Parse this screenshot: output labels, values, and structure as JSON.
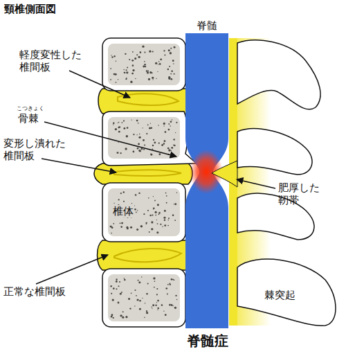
{
  "diagram": {
    "title": "頸椎側面図",
    "caption": "脊髄症",
    "labels": [
      "脊髄",
      "軽度変性した 椎間板",
      "こつきょく",
      "骨棘",
      "変形し潰れた 椎間板",
      "椎体",
      "正常な椎間板",
      "肥厚した 靭帯",
      "棘突起"
    ]
  }
}
